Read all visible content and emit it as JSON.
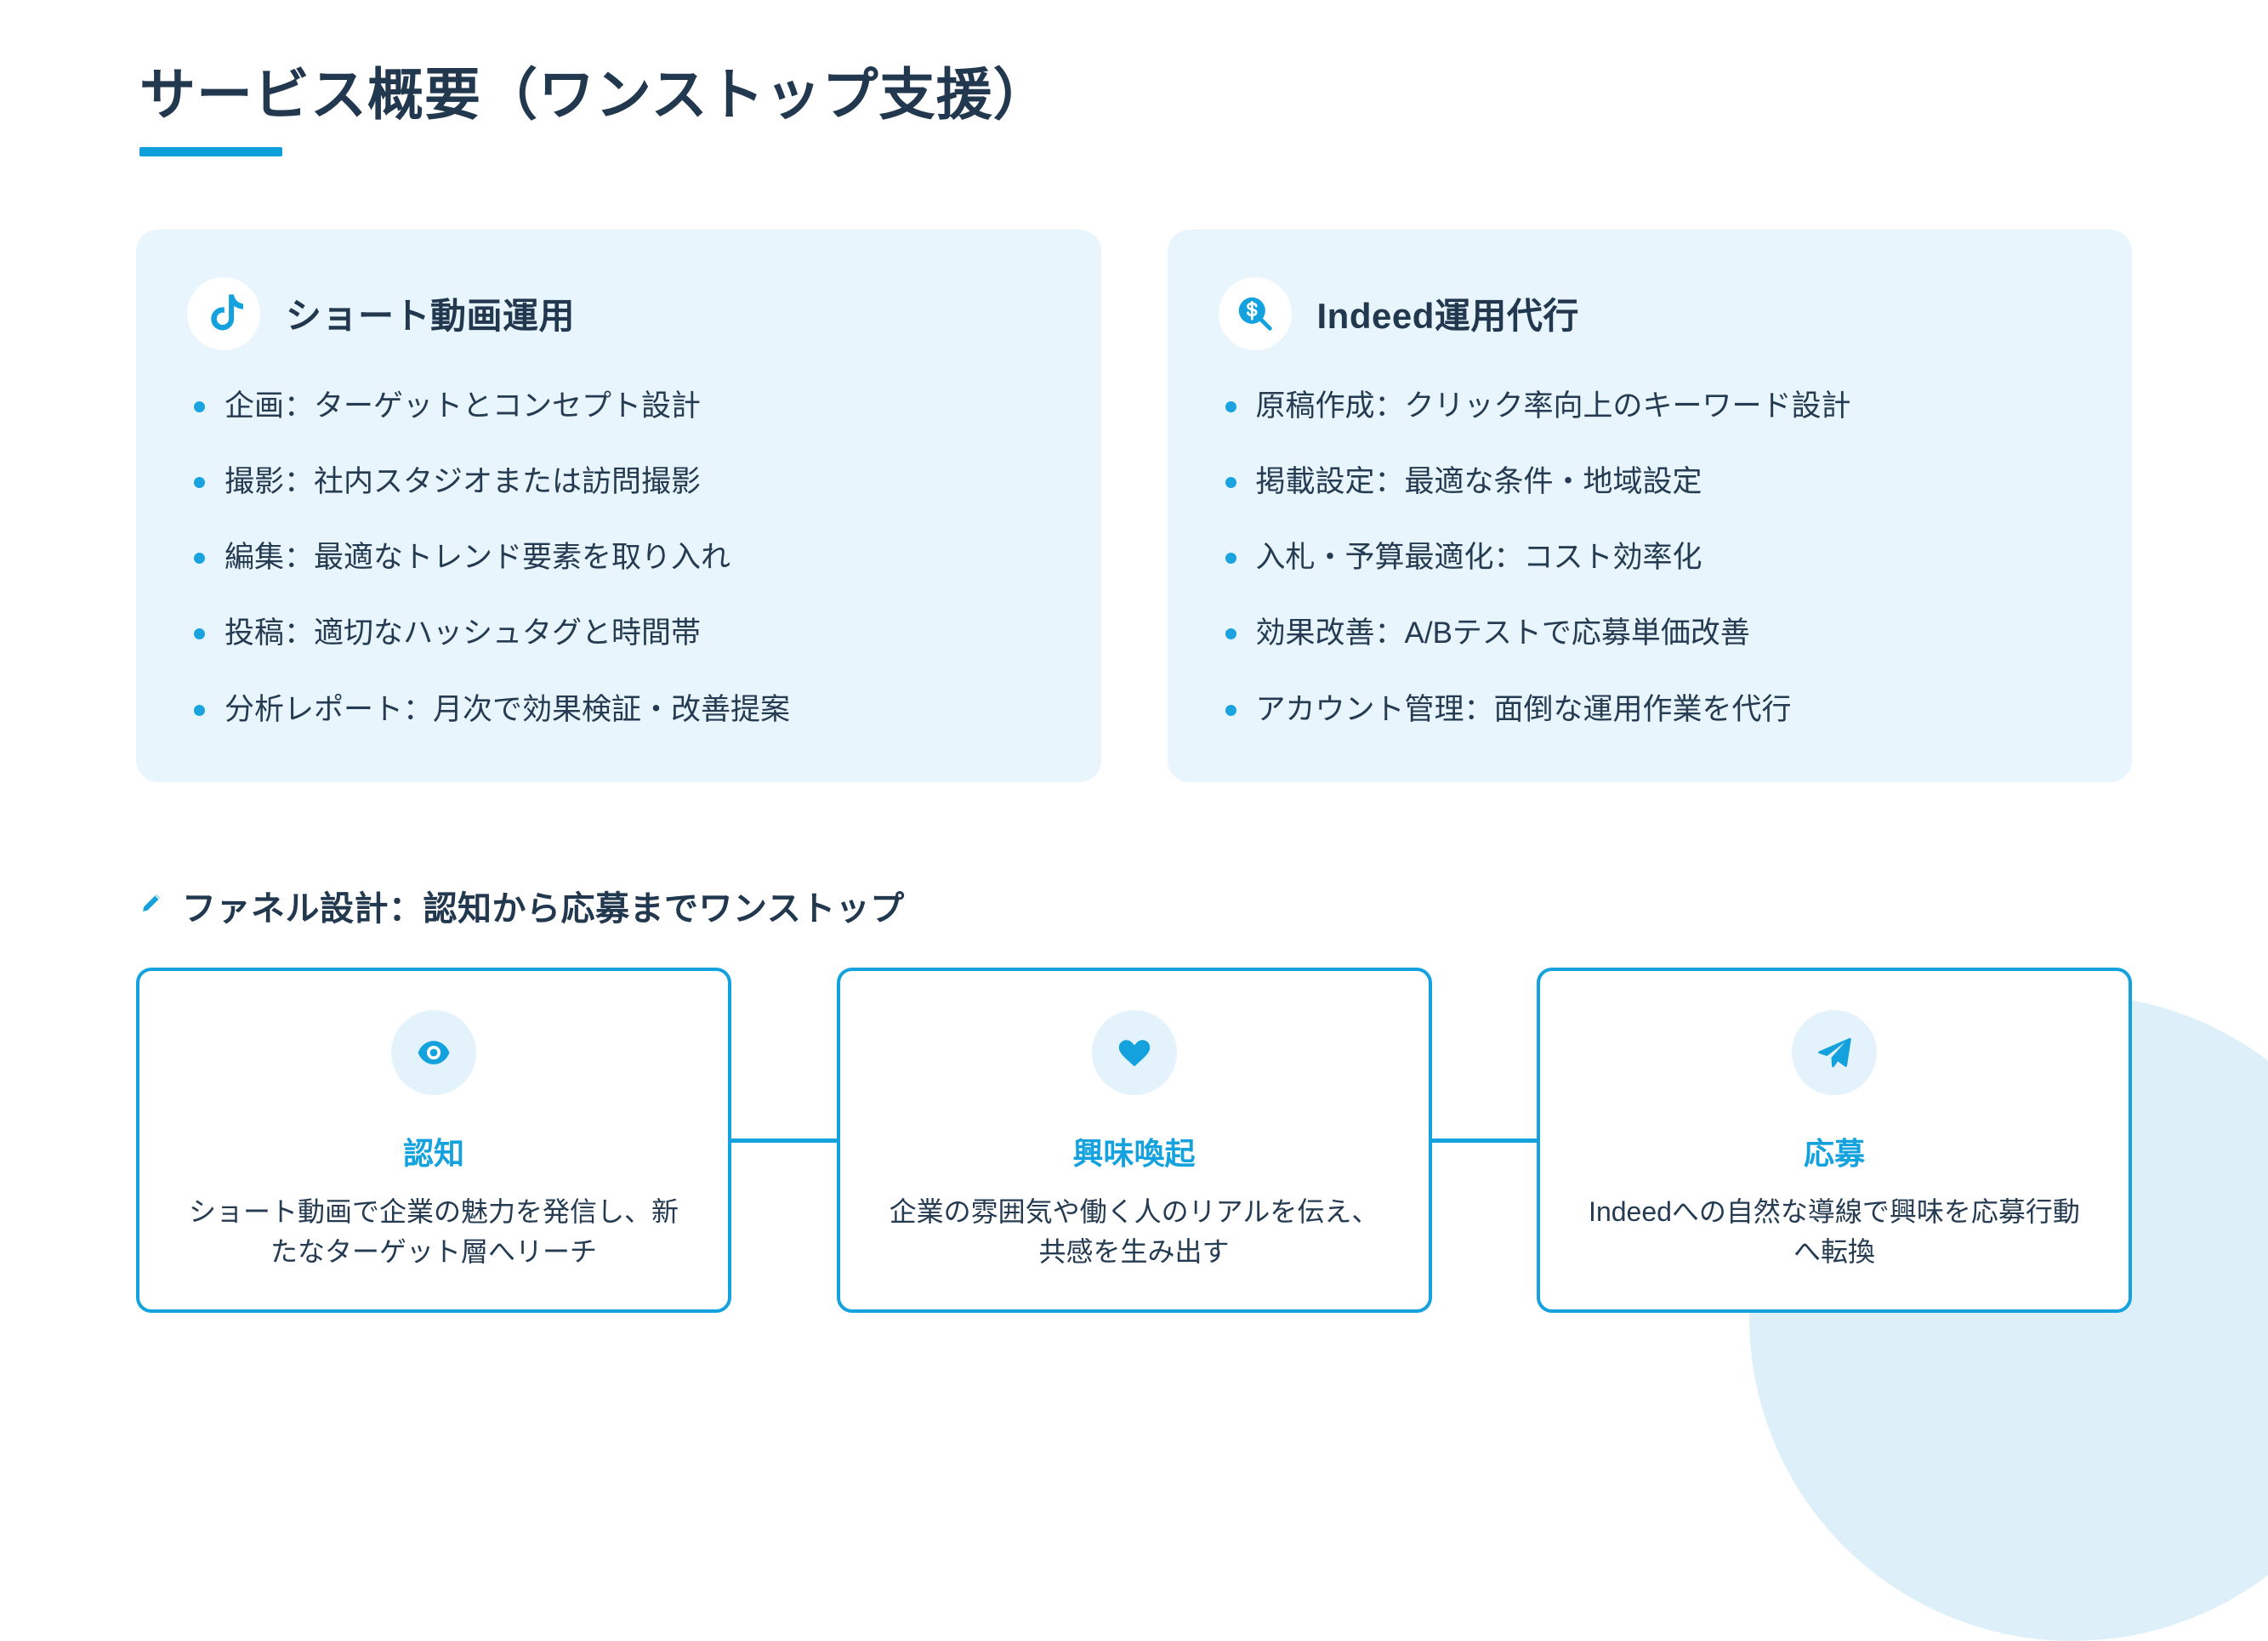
{
  "page": {
    "title": "サービス概要（ワンストップ支援）",
    "accent_color": "#13a2de",
    "title_color": "#22384e",
    "card_bg_color": "#e8f5fc"
  },
  "services": [
    {
      "icon": "tiktok-music-note-icon",
      "title": "ショート動画運用",
      "bullets": [
        "企画：ターゲットとコンセプト設計",
        "撮影：社内スタジオまたは訪問撮影",
        "編集：最適なトレンド要素を取り入れ",
        "投稿：適切なハッシュタグと時間帯",
        "分析レポート：月次で効果検証・改善提案"
      ]
    },
    {
      "icon": "magnifier-dollar-icon",
      "title": "Indeed運用代行",
      "bullets": [
        "原稿作成：クリック率向上のキーワード設計",
        "掲載設定：最適な条件・地域設定",
        "入札・予算最適化：コスト効率化",
        "効果改善：A/Bテストで応募単価改善",
        "アカウント管理：面倒な運用作業を代行"
      ]
    }
  ],
  "funnel": {
    "icon": "pencil-icon",
    "heading": "ファネル設計：認知から応募までワンストップ",
    "stages": [
      {
        "icon": "eye-icon",
        "label": "認知",
        "description": "ショート動画で企業の魅力を発信し、新たなターゲット層へリーチ"
      },
      {
        "icon": "heart-icon",
        "label": "興味喚起",
        "description": "企業の雰囲気や働く人のリアルを伝え、共感を生み出す"
      },
      {
        "icon": "paper-plane-icon",
        "label": "応募",
        "description": "Indeedへの自然な導線で興味を応募行動へ転換"
      }
    ]
  }
}
